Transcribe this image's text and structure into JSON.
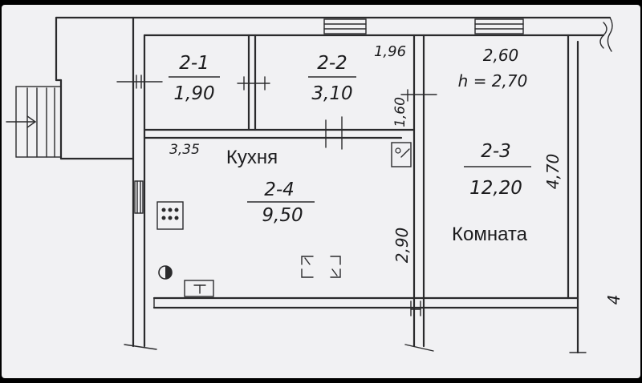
{
  "rooms": {
    "r21": {
      "id": "2-1",
      "area": "1,90"
    },
    "r22": {
      "id": "2-2",
      "area": "3,10"
    },
    "r23": {
      "id": "2-3",
      "area": "12,20",
      "name": "Комната"
    },
    "r24": {
      "id": "2-4",
      "area": "9,50",
      "name": "Кухня"
    }
  },
  "dimensions": {
    "d196": "1,96",
    "d260": "2,60",
    "height": "h = 2,70",
    "d160": "1,60",
    "d335": "3,35",
    "d470": "4,70",
    "d290": "2,90"
  },
  "margin_mark": "4",
  "colors": {
    "paper": "#f1f1f3",
    "ink": "#2a2a2c",
    "background": "#000000"
  }
}
